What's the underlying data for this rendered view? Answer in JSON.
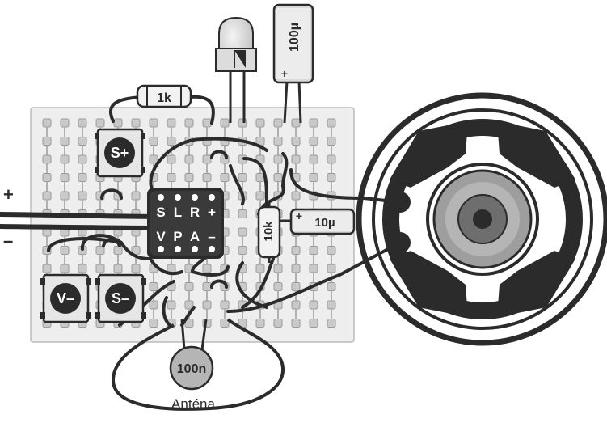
{
  "diagram": {
    "power": {
      "plus": "+",
      "minus": "–"
    },
    "buttons": {
      "s_plus": "S+",
      "v_minus": "V–",
      "s_minus": "S–"
    },
    "chip": {
      "top_row": [
        "S",
        "L",
        "R",
        "+"
      ],
      "bottom_row": [
        "V",
        "P",
        "A",
        "–"
      ]
    },
    "components": {
      "resistor_1k": "1k",
      "resistor_10k": "10k",
      "capacitor_100u": "100µ",
      "capacitor_100u_polarity": "+",
      "capacitor_10u": "10µ",
      "capacitor_10u_polarity": "+",
      "capacitor_100n": "100n"
    },
    "antenna_label": "Anténa"
  }
}
